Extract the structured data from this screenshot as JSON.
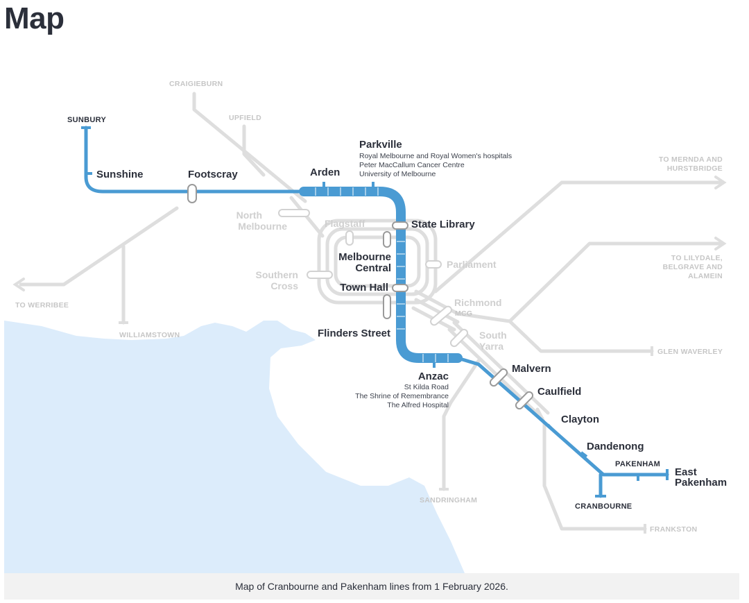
{
  "page": {
    "title": "Map"
  },
  "caption": "Map of Cranbourne and Pakenham lines from 1 February 2026.",
  "colors": {
    "metro": "#4a9bd3",
    "network": "#dcdcdc",
    "water": "#dcecfb",
    "text": "#2b2f3a",
    "muted": "#c6c6c6"
  },
  "stations": {
    "sunbury": "SUNBURY",
    "sunshine": "Sunshine",
    "footscray": "Footscray",
    "arden": "Arden",
    "parkville": "Parkville",
    "parkville_notes": [
      "Royal Melbourne and Royal Women's hospitals",
      "Peter MacCallum Cancer Centre",
      "University of Melbourne"
    ],
    "state_library": "State Library",
    "melbourne_central_1": "Melbourne",
    "melbourne_central_2": "Central",
    "town_hall": "Town Hall",
    "flinders_street": "Flinders Street",
    "anzac": "Anzac",
    "anzac_notes": [
      "St Kilda Road",
      "The Shrine of Remembrance",
      "The Alfred Hospital"
    ],
    "malvern": "Malvern",
    "caulfield": "Caulfield",
    "clayton": "Clayton",
    "dandenong": "Dandenong",
    "pakenham": "PAKENHAM",
    "east_pakenham_1": "East",
    "east_pakenham_2": "Pakenham",
    "cranbourne": "CRANBOURNE"
  },
  "network": {
    "craigieburn": "CRAIGIEBURN",
    "upfield": "UPFIELD",
    "north_melbourne_1": "North",
    "north_melbourne_2": "Melbourne",
    "flagstaff": "Flagstaff",
    "parliament": "Parliament",
    "southern_cross_1": "Southern",
    "southern_cross_2": "Cross",
    "richmond": "Richmond",
    "mcg": "MCG",
    "south_yarra_1": "South",
    "south_yarra_2": "Yarra",
    "to_mernda_1": "TO MERNDA AND",
    "to_mernda_2": "HURSTBRIDGE",
    "to_lilydale_1": "TO LILYDALE,",
    "to_lilydale_2": "BELGRAVE AND",
    "to_lilydale_3": "ALAMEIN",
    "glen_waverley": "GLEN WAVERLEY",
    "to_werribee": "TO WERRIBEE",
    "williamstown": "WILLIAMSTOWN",
    "sandringham": "SANDRINGHAM",
    "frankston": "FRANKSTON"
  }
}
